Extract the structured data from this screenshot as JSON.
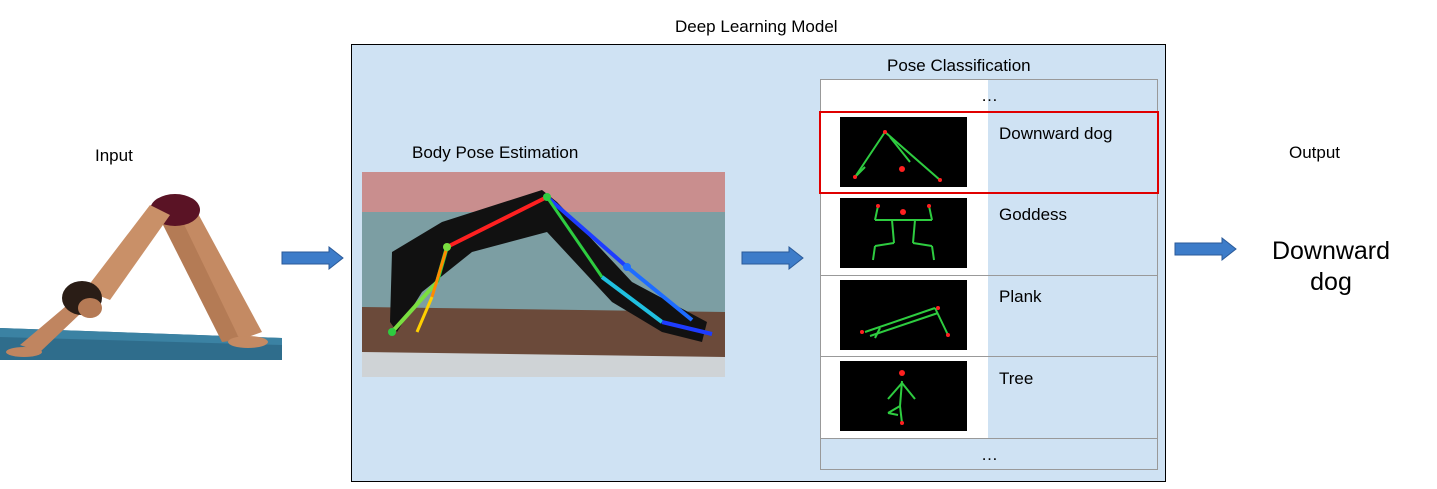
{
  "model": {
    "title": "Deep Learning Model"
  },
  "input": {
    "label": "Input"
  },
  "pose_estimation": {
    "label": "Body Pose Estimation"
  },
  "classification": {
    "label": "Pose Classification",
    "top_ellipsis": "…",
    "bottom_ellipsis": "…",
    "classes": [
      {
        "name": "Downward dog",
        "selected": true
      },
      {
        "name": "Goddess",
        "selected": false
      },
      {
        "name": "Plank",
        "selected": false
      },
      {
        "name": "Tree",
        "selected": false
      }
    ],
    "highlight_color": "#e00000"
  },
  "output": {
    "label": "Output",
    "value": "Downward dog"
  },
  "colors": {
    "model_bg": "#cfe2f3",
    "arrow": "#3d7cc9",
    "skeleton_green": "#2ecc40",
    "joint_red": "#ff2020"
  }
}
